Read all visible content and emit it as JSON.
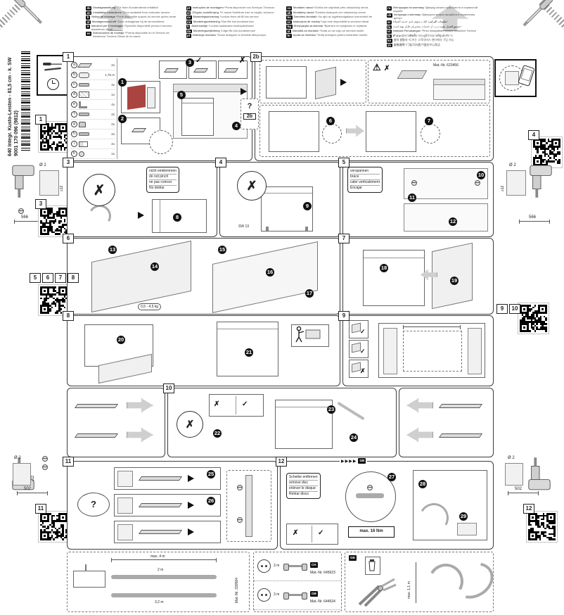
{
  "symbols": {
    "check": "✓",
    "cross": "✗",
    "warning": "⚠",
    "question": "?",
    "arrows": "▶▶▶▶"
  },
  "vertical_label": {
    "line1": "640 Integr. Kusto-Leisten - 81,5 cm - k. SW",
    "line2": "9001 170 096 (9812)"
  },
  "header": {
    "columns": [
      {
        "entries": [
          {
            "code": "de",
            "title": "Montageanleitung",
            "note": "*Tür beim Kundendienst erhältlich"
          },
          {
            "code": "en",
            "title": "Installation instructions",
            "note": "*Door available from customer service"
          },
          {
            "code": "fr",
            "title": "Notice de montage",
            "note": "*Porte disponible auprès du service après-vente"
          },
          {
            "code": "nl",
            "title": "Montagevoorschrift",
            "note": "*Deur verkrijgbaar bij de servicedienst"
          },
          {
            "code": "it",
            "title": "Istruzioni per il montaggio",
            "note": "*Sportello disponibile presso il servizio assistenza clienti"
          },
          {
            "code": "es",
            "title": "Instrucciones de montaje",
            "note": "*Puerta disponible en el Servicio de Asistencia Técnica Oficial de la marca"
          }
        ]
      },
      {
        "entries": [
          {
            "code": "pt",
            "title": "Instruções de montagem",
            "note": "*Porta disponível nos Serviços Técnicos"
          },
          {
            "code": "el",
            "title": "Οδηγίες τοποθέτησης",
            "note": "*Η πόρτα διατίθεται από το σέρβις πελατών"
          },
          {
            "code": "sv",
            "title": "Monteringsanvisning",
            "note": "*Luckan finns att få hos service"
          },
          {
            "code": "no",
            "title": "Monteringsveiledning",
            "note": "*Dør fås hos kundeservice"
          },
          {
            "code": "fi",
            "title": "Asennusohje",
            "note": "*Luukku saatavana huoltopalvelusta"
          },
          {
            "code": "da",
            "title": "Monteringsvejledning",
            "note": "*Låge fås hos kundeservice"
          },
          {
            "code": "pl",
            "title": "Instrukcja montażu",
            "note": "*Drzwi dostępne w serwisie fabrycznym"
          }
        ]
      },
      {
        "entries": [
          {
            "code": "cs",
            "title": "Montážní návod",
            "note": "*Dvířka lze objednat přes zákaznický servis"
          },
          {
            "code": "sk",
            "title": "Montážny návod",
            "note": "*Dvierka dostupné cez zákaznícky servis"
          },
          {
            "code": "hu",
            "title": "Szerelési útmutató",
            "note": "*Az ajtó az ügyfélszolgálaton szerezhető be"
          },
          {
            "code": "ro",
            "title": "Instrucţiuni de montaj",
            "note": "*Uşa este disponibilă la serviciul clienţi"
          },
          {
            "code": "bg",
            "title": "Инструкция за монтаж",
            "note": "*Вратата се предлага от сервиза"
          },
          {
            "code": "sl",
            "title": "Navodila za montažo",
            "note": "*Vrata so na voljo pri servisni službi"
          },
          {
            "code": "hr",
            "title": "Uputa za montažu",
            "note": "*Vrata dostupna putem korisničke službe"
          }
        ]
      },
      {
        "entries": [
          {
            "code": "ru",
            "title": "Инструкция по монтажу",
            "note": "*Дверцу можно приобрести в сервисной службе"
          },
          {
            "code": "uk",
            "title": "Інструкція з монтажу",
            "note": "*Дверцята можна придбати в сервісному центрі"
          },
          {
            "code": "ar",
            "title": "تعليمات التركيب",
            "note": "الباب متوفر لدى خدمة العملاء*"
          },
          {
            "code": "fa",
            "title": "دستورالعمل نصب",
            "note": "درب از خدمات مشتریان قابل تهیه است*"
          },
          {
            "code": "id",
            "title": "Instruksi Pemasangan",
            "note": "*Pintu didapatkan melalui Customer Service"
          },
          {
            "code": "th",
            "title": "คำแนะนำการติดตั้ง",
            "note": "*ประตูมีจำหน่ายที่ศูนย์บริการ"
          },
          {
            "code": "ko",
            "title": "설치 설명서",
            "note": "*도어는 고객서비스 센터에서 구입 가능"
          },
          {
            "code": "zh",
            "title": "安装说明",
            "note": "*门板可向客户服务中心购买"
          }
        ]
      }
    ]
  },
  "sidebar_left": {
    "qr_top_badge": "1",
    "drill_dia": "Ø 2",
    "drill_depth": "≥12",
    "dim_upper": "566",
    "qr_mid_badge": "3",
    "qr_row_badges": [
      "5",
      "6",
      "7",
      "8"
    ],
    "dia_lower": "Ø 2",
    "depth_lower": "≥12",
    "dim_lower": "502",
    "qr_bottom_badge": "11"
  },
  "sidebar_right": {
    "qr_top_badge": "4",
    "drill_dia": "Ø 2",
    "drill_depth": "≥12",
    "dim_upper": "566",
    "qr_row_badges": [
      "9",
      "10"
    ],
    "dia_lower": "Ø 2",
    "depth_lower": "≥12",
    "dim_lower": "502",
    "qr_bottom_badge": "12"
  },
  "panels": {
    "p1": {
      "number": "1",
      "parts": [
        {
          "letter": "a",
          "glyph": "g-strip",
          "qty": "2x"
        },
        {
          "letter": "b",
          "glyph": "g-seal",
          "qty": "1,75 m"
        },
        {
          "letter": "c",
          "glyph": "g-screw",
          "qty": "4x"
        },
        {
          "letter": "d",
          "glyph": "g-foil",
          "qty": "1x"
        },
        {
          "letter": "e",
          "glyph": "g-bracket",
          "qty": "4x"
        },
        {
          "letter": "f",
          "glyph": "g-screw",
          "qty": "2x"
        },
        {
          "letter": "g",
          "glyph": "g-cap",
          "qty": "2x"
        },
        {
          "letter": "h",
          "glyph": "g-screw",
          "qty": "2x"
        },
        {
          "letter": "i",
          "glyph": "g-hinge",
          "qty": "2x"
        },
        {
          "letter": "k",
          "glyph": "g-knob",
          "qty": "1x"
        }
      ],
      "steps": [
        "1",
        "2",
        "3",
        "4",
        "5"
      ]
    },
    "p2b": {
      "number": "2b",
      "query": "?",
      "query_target": "2b",
      "mat_no": "Mat.-Nr. 623456",
      "steps": [
        "6",
        "7"
      ]
    },
    "p3": {
      "number": "3",
      "callout": [
        "nicht einklemmen",
        "do not pinch",
        "ne pas coincer",
        "No doblar"
      ],
      "steps": [
        "8"
      ]
    },
    "p4": {
      "number": "4",
      "tool_label": "SW 13",
      "steps": [
        "9"
      ]
    },
    "p5": {
      "number": "5",
      "callout": [
        "verspannen",
        "brace",
        "caler verticalement",
        "Encajar"
      ],
      "steps": [
        "10",
        "11",
        "12"
      ]
    },
    "p6": {
      "number": "6",
      "weight_label": "0,5 - 4,5 kg",
      "steps": [
        "13",
        "14",
        "15",
        "16",
        "17"
      ]
    },
    "p7": {
      "number": "7",
      "steps": [
        "18",
        "19"
      ]
    },
    "p8": {
      "number": "8",
      "steps": [
        "20",
        "21"
      ]
    },
    "p9": {
      "number": "9"
    },
    "p10": {
      "number": "10",
      "steps": [
        "22",
        "23",
        "24"
      ]
    },
    "p11": {
      "number": "11",
      "steps": [
        "25",
        "26"
      ]
    },
    "p12": {
      "number": "12",
      "callout": [
        "Scheibe entfernen",
        "remove disc",
        "enlever le disque",
        "Retirar disco"
      ],
      "torque_label": "max. 16 Nm",
      "region": "GB",
      "steps": [
        "27",
        "28",
        "29"
      ]
    },
    "hose": {
      "dim_top": "max. 4 m",
      "dim_mid": "2 m",
      "dim_bottom": "3,2 m",
      "mat_no": "Mat.-Nr. 330584"
    },
    "cords": {
      "rows": [
        {
          "length": "3 m",
          "region": "CH",
          "mat_no": "Mat.-Nr. 645623"
        },
        {
          "length": "3 m",
          "region": "GB",
          "mat_no": "Mat.-Nr. 644534"
        }
      ]
    },
    "gb": {
      "region": "GB",
      "dim": "max. 1,1 m"
    }
  }
}
